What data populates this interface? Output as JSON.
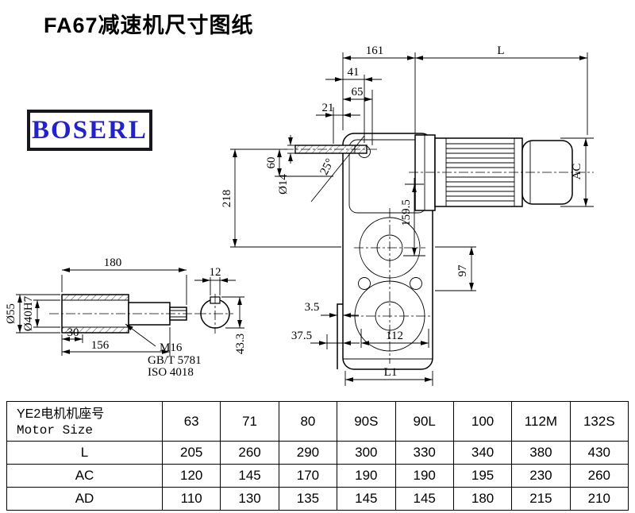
{
  "page": {
    "title": "FA67减速机尺寸图纸",
    "logo_text": "BOSERL",
    "colors": {
      "logo_text_color": "#2222cc",
      "logo_border_color": "#17171f",
      "line_color": "#000000"
    }
  },
  "main_drawing": {
    "dim_161": "161",
    "dim_L": "L",
    "dim_41": "41",
    "dim_65": "65",
    "dim_21": "21",
    "dim_60": "60",
    "dim_phi14": "Ø14",
    "dim_218": "218",
    "dim_25deg": "25°",
    "dim_159_5": "159.5",
    "dim_AC": "AC",
    "dim_97": "97",
    "dim_3_5": "3.5",
    "dim_37_5": "37.5",
    "dim_112": "112",
    "dim_L1": "L1"
  },
  "detail_drawing": {
    "dim_180": "180",
    "dim_12": "12",
    "dim_phi55": "Ø55",
    "dim_phi40": "Ø40H7",
    "dim_30": "30",
    "dim_156": "156",
    "dim_43_3": "43.3",
    "note_m16": "M16",
    "note_gb": "GB/T 5781",
    "note_iso": "ISO 4018"
  },
  "table": {
    "header_cn": "YE2电机机座号",
    "header_en": "Motor Size",
    "sizes": [
      "63",
      "71",
      "80",
      "90S",
      "90L",
      "100",
      "112M",
      "132S"
    ],
    "rows": [
      {
        "label": "L",
        "values": [
          "205",
          "260",
          "290",
          "300",
          "330",
          "340",
          "380",
          "430"
        ]
      },
      {
        "label": "AC",
        "values": [
          "120",
          "145",
          "170",
          "190",
          "190",
          "195",
          "230",
          "260"
        ]
      },
      {
        "label": "AD",
        "values": [
          "110",
          "130",
          "135",
          "145",
          "145",
          "180",
          "215",
          "210"
        ]
      }
    ]
  }
}
